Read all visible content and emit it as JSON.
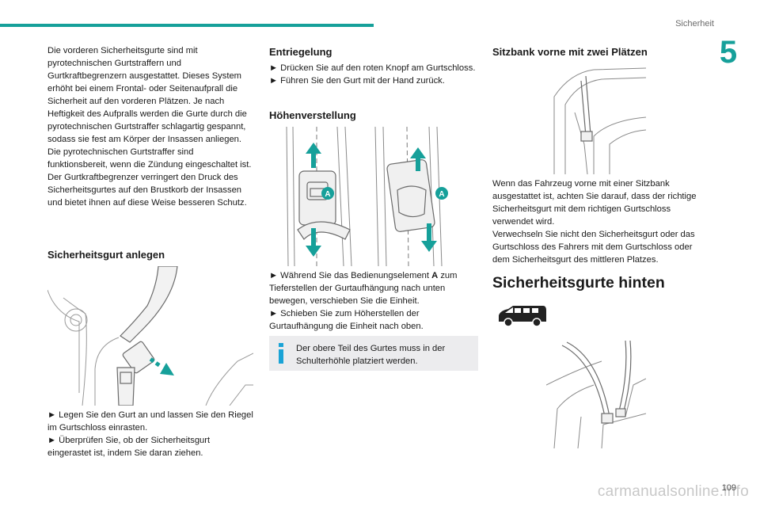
{
  "header": {
    "section": "Sicherheit",
    "chapter": "5",
    "accent": "#16a09a"
  },
  "col1": {
    "intro": "Die vorderen Sicherheitsgurte sind mit pyrotechnischen Gurtstraffern und Gurtkraftbegrenzern ausgestattet. Dieses System erhöht bei einem Frontal- oder Seitenaufprall die Sicherheit auf den vorderen Plätzen. Je nach Heftigkeit des Aufpralls werden die Gurte durch die pyrotechnischen Gurtstraffer schlagartig gespannt, sodass sie fest am Körper der Insassen anliegen. Die pyrotechnischen Gurtstraffer sind funktionsbereit, wenn die Zündung eingeschaltet ist. Der Gurtkraftbegrenzer verringert den Druck des Sicherheitsgurtes auf den Brustkorb der Insassen und bietet ihnen auf diese Weise besseren Schutz.",
    "heading": "Sicherheitsgurt anlegen",
    "steps": "► Legen Sie den Gurt an und lassen Sie den Riegel im Gurtschloss einrasten.\n► Überprüfen Sie, ob der Sicherheitsgurt eingerastet ist, indem Sie daran ziehen."
  },
  "col2": {
    "heading1": "Entriegelung",
    "steps1": "► Drücken Sie auf den roten Knopf am Gurtschloss.\n► Führen Sie den Gurt mit der Hand zurück.",
    "heading2": "Höhenverstellung",
    "marker": "A",
    "steps2_pre": "► Während Sie das Bedienungselement ",
    "steps2_bold": "A",
    "steps2_post": " zum Tieferstellen der Gurtaufhängung nach unten bewegen, verschieben Sie die Einheit.\n► Schieben Sie zum Höherstellen der Gurtaufhängung die Einheit nach oben.",
    "info": "Der obere Teil des Gurtes muss in der Schulterhöhle platziert werden."
  },
  "col3": {
    "heading1": "Sitzbank vorne mit zwei Plätzen",
    "text1": "Wenn das Fahrzeug vorne mit einer Sitzbank ausgestattet ist, achten Sie darauf, dass der richtige Sicherheitsgurt mit dem richtigen Gurtschloss verwendet wird.\nVerwechseln Sie nicht den Sicherheitsgurt oder das Gurtschloss des Fahrers mit dem Gurtschloss oder dem Sicherheitsgurt des mittleren Platzes.",
    "heading2": "Sicherheitsgurte hinten"
  },
  "footer": {
    "page": "109",
    "watermark": "carmanualsonline.info"
  }
}
